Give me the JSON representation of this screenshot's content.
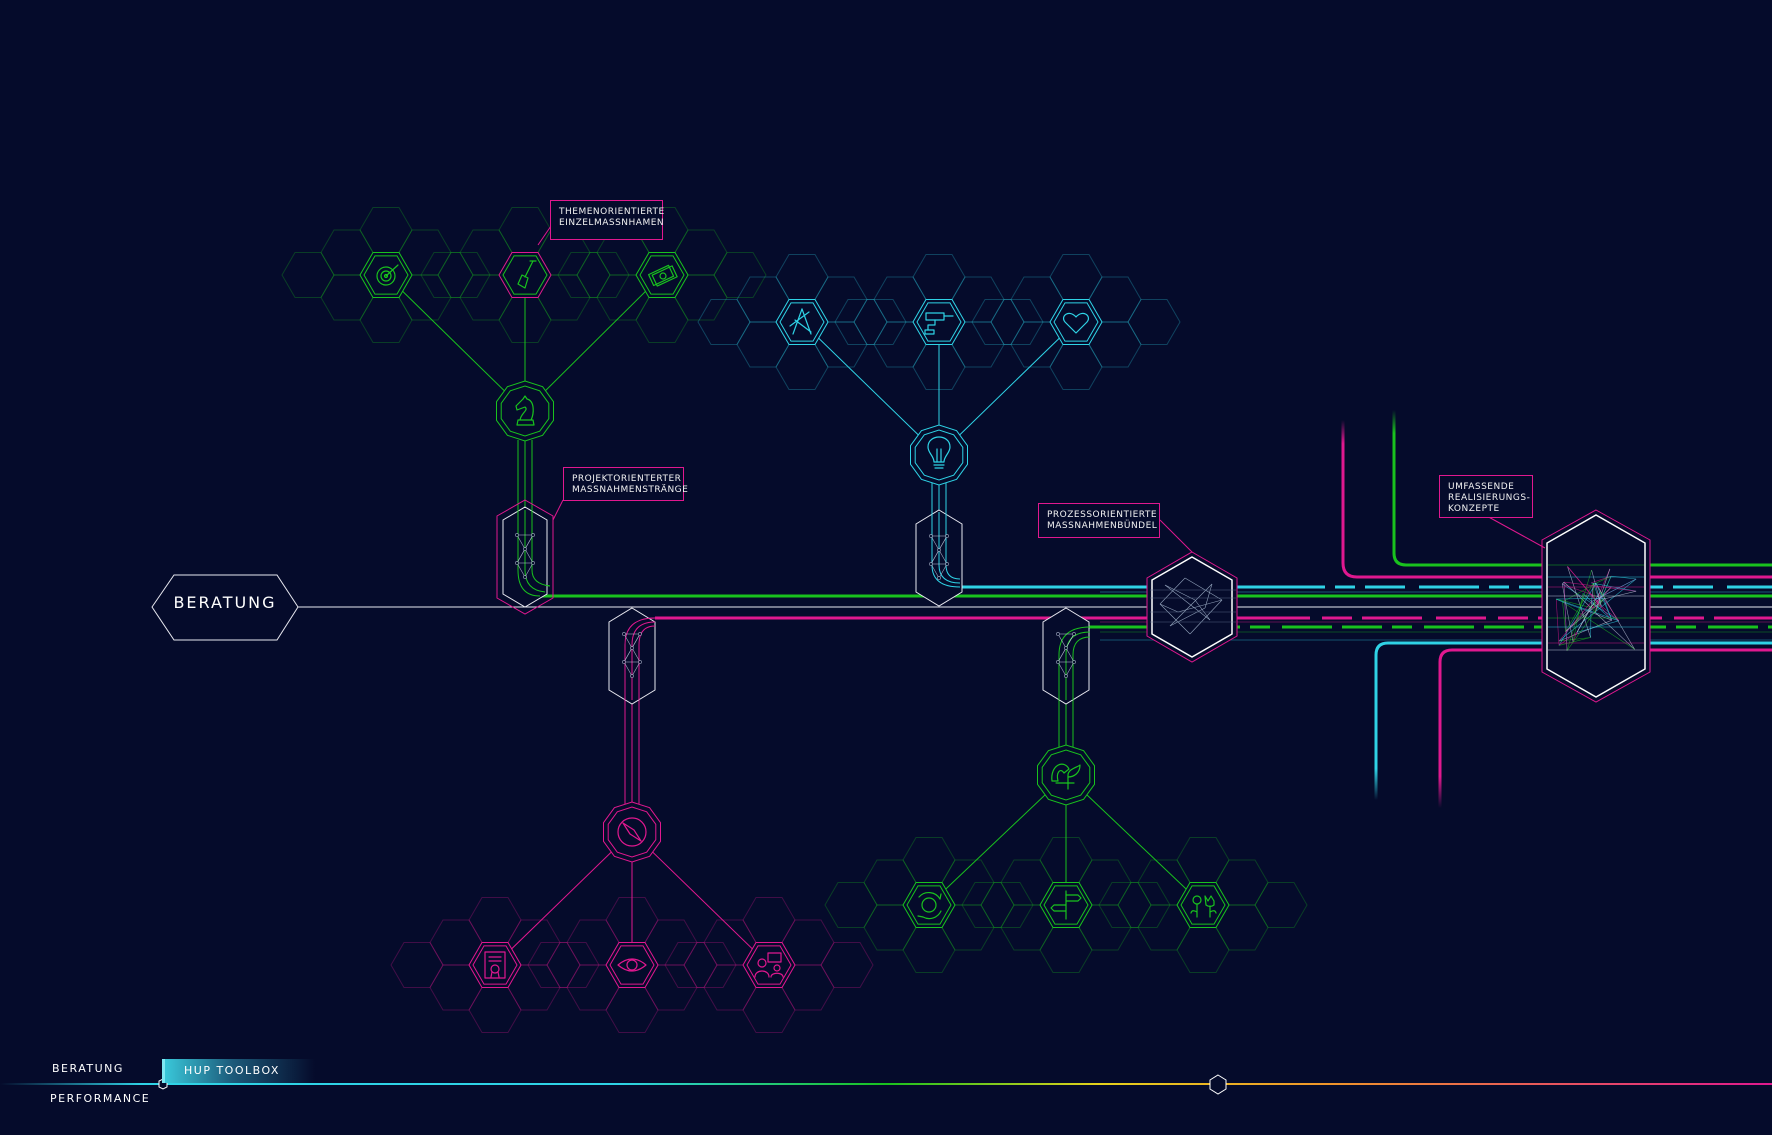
{
  "main_node": {
    "label": "BERATUNG"
  },
  "callouts": {
    "themen": "THEMENORIENTIERTE\nEINZELMASSNHAMEN",
    "projekt": "PROJEKTORIENTERTER\nMASSNAHMENSTRÄNGE",
    "prozess": "PROZESSORIENTIERTE\nMASSNAHMENBÜNDEL",
    "umfassend": "UMFASSENDE\nREALISIERUNGS-\nKONZEPTE"
  },
  "bottom_nav": {
    "item_beratung": "BERATUNG",
    "item_performance": "PERFORMANCE",
    "active_tab": "HUP TOOLBOX"
  },
  "colors": {
    "background": "#050b2b",
    "green": "#19c21e",
    "cyan": "#2fd3e6",
    "magenta": "#e0188f",
    "white": "#e8e8f0"
  },
  "icons": {
    "green_top": [
      "target-icon",
      "shovel-icon",
      "money-icon"
    ],
    "green_top_hub": "chess-knight-icon",
    "cyan_top": [
      "drafting-compass-icon",
      "paint-roller-icon",
      "heart-icon"
    ],
    "cyan_top_hub": "lightbulb-icon",
    "magenta_bottom": [
      "certificate-icon",
      "eye-icon",
      "presentation-icon"
    ],
    "magenta_bottom_hub": "compass-icon",
    "green_bottom": [
      "recycle-icon",
      "signpost-icon",
      "flowers-icon"
    ],
    "green_bottom_hub": "plant-hand-icon"
  }
}
